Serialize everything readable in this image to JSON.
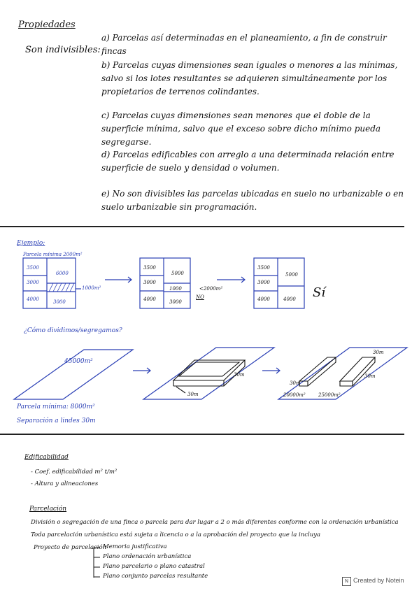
{
  "top": {
    "title": "Propiedades",
    "subtitle": "Son indivisibles:",
    "items": [
      "a) Parcelas así determinadas en el planeamiento, a fin de construir fincas",
      "b) Parcelas cuyas dimensiones sean iguales o menores a las mínimas, salvo si los lotes resultantes se adquieren simultáneamente por los propietarios de terrenos colindantes.",
      "c) Parcelas cuyas dimensiones sean menores que el doble de la superficie mínima, salvo que el exceso sobre dicho mínimo pueda segregarse.",
      "d) Parcelas edificables con arreglo a una determinada relación entre superficie de suelo y densidad o volumen.",
      "e) No son divisibles las parcelas ubicadas en suelo no urbanizable o en suelo urbanizable sin programación."
    ]
  },
  "example": {
    "label": "Ejemplo:",
    "min_parcel": "Parcela mínima 2000m²",
    "grid1": [
      "3500",
      "6000",
      "3000",
      "4000",
      "3000",
      "1000m²"
    ],
    "grid2": [
      "3500",
      "5000",
      "3000",
      "1000",
      "4000",
      "3000",
      "<2000m²",
      "NO"
    ],
    "grid3": [
      "3500",
      "5000",
      "3000",
      "4000",
      "4000"
    ],
    "verdict_yes": "Sí",
    "question": "¿Cómo dividimos/segregamos?",
    "area_label": "45000m²",
    "dim1": "30m",
    "dim2": "30m",
    "dim3": "30m",
    "dim4": "30m",
    "dim5": "30m",
    "area_a": "20000m²",
    "area_b": "25000m²",
    "min_area_note": "Parcela mínima: 8000m²",
    "separation_note": "Separación a lindes 30m"
  },
  "bottom": {
    "edif_title": "Edificabilidad",
    "edif_items": [
      "- Coef. edificabilidad  m² t/m²",
      "- Altura y alineaciones"
    ],
    "parc_title": "Parcelación",
    "parc_line1": "División o segregación de una finca o parcela para dar lugar a 2 o más diferentes conforme con la ordenación urbanística",
    "parc_line2": "Toda parcelación urbanística está sujeta a licencia o a la aprobación del proyecto que la incluya",
    "project_label": "Proyecto de parcelación",
    "project_items": [
      "Memoria justificativa",
      "Plano ordenación urbanística",
      "Plano parcelario o plano catastral",
      "Plano conjunto parcelas resultante"
    ]
  },
  "footer": {
    "brand": "Created by Notein"
  }
}
